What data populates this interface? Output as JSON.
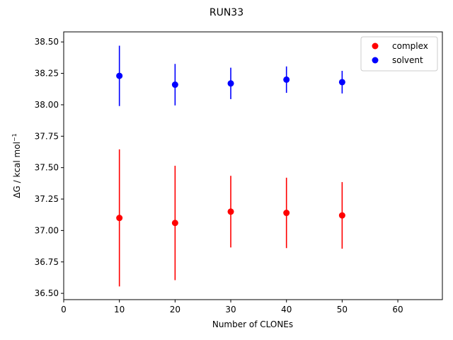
{
  "chart_data": {
    "type": "scatter",
    "title": "RUN33",
    "xlabel": "Number of CLONEs",
    "ylabel": "ΔG / kcal mol",
    "ylabel_superscript": "−1",
    "xlim": [
      0,
      68
    ],
    "ylim": [
      36.45,
      38.58
    ],
    "xticks": [
      0,
      10,
      20,
      30,
      40,
      50,
      60
    ],
    "yticks": [
      36.5,
      36.75,
      37.0,
      37.25,
      37.5,
      37.75,
      38.0,
      38.25,
      38.5
    ],
    "ytick_labels": [
      "36.50",
      "36.75",
      "37.00",
      "37.25",
      "37.50",
      "37.75",
      "38.00",
      "38.25",
      "38.50"
    ],
    "grid": false,
    "legend_position": "top-right",
    "series": [
      {
        "name": "complex",
        "color": "#ff0000",
        "x": [
          10,
          20,
          30,
          40,
          50
        ],
        "y": [
          37.1,
          37.06,
          37.15,
          37.14,
          37.12
        ],
        "yerr": [
          0.545,
          0.455,
          0.285,
          0.28,
          0.265
        ]
      },
      {
        "name": "solvent",
        "color": "#0000ff",
        "x": [
          10,
          20,
          30,
          40,
          50
        ],
        "y": [
          38.23,
          38.16,
          38.17,
          38.2,
          38.18
        ],
        "yerr": [
          0.24,
          0.165,
          0.125,
          0.105,
          0.09
        ]
      }
    ]
  }
}
